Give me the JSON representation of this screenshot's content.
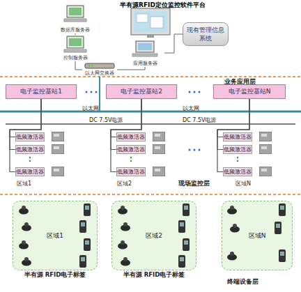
{
  "diagram": {
    "title": "半有源RFID定位监控软件平台",
    "nodes": [
      {
        "text": [
          "数据库服务器"
        ]
      },
      {
        "text": [
          "控制服务器"
        ]
      },
      {
        "text": [
          "应用服务器"
        ]
      },
      {
        "text": [
          "现有管理信息系统"
        ]
      },
      {
        "text": [
          "以太网交换器"
        ]
      },
      {
        "text": [
          "电子监控基站1"
        ]
      },
      {
        "text": [
          "电子监控基站2"
        ]
      },
      {
        "text": [
          "电子监控基站N"
        ]
      },
      {
        "text": [
          "低频激活器"
        ]
      },
      {
        "text": [
          "低频激活器"
        ]
      },
      {
        "text": [
          "低频激活器"
        ]
      },
      {
        "text": [
          "低频激活器"
        ]
      },
      {
        "text": [
          "低频激活器"
        ]
      },
      {
        "text": [
          "低频激活器"
        ]
      },
      {
        "text": [
          "低频激活器"
        ]
      },
      {
        "text": [
          "低频激活器"
        ]
      },
      {
        "text": [
          "低频激活器"
        ]
      },
      {
        "text": [
          "区域1",
          "半有源 RFID电子标签"
        ]
      },
      {
        "text": [
          "区域2",
          "半有源 RFID电子标签"
        ]
      },
      {
        "text": [
          "区域N"
        ]
      }
    ],
    "edges": [
      {
        "from": 0,
        "to": 1,
        "arrow": "none"
      },
      {
        "from": 1,
        "to": 4,
        "arrow": "none"
      },
      {
        "from": 2,
        "to": 4,
        "arrow": "none"
      },
      {
        "from": 3,
        "to": 2,
        "arrow": "none"
      },
      {
        "from": 4,
        "to": 5,
        "arrow": "none"
      },
      {
        "from": 4,
        "to": 6,
        "arrow": "none"
      },
      {
        "from": 4,
        "to": 7,
        "arrow": "none"
      },
      {
        "from": 5,
        "to": 8,
        "arrow": "none"
      },
      {
        "from": 5,
        "to": 9,
        "arrow": "none"
      },
      {
        "from": 5,
        "to": 10,
        "arrow": "none"
      },
      {
        "from": 6,
        "to": 11,
        "arrow": "none"
      },
      {
        "from": 6,
        "to": 12,
        "arrow": "none"
      },
      {
        "from": 6,
        "to": 13,
        "arrow": "none"
      },
      {
        "from": 7,
        "to": 14,
        "arrow": "none"
      },
      {
        "from": 7,
        "to": 15,
        "arrow": "none"
      },
      {
        "from": 7,
        "to": 16,
        "arrow": "none"
      }
    ],
    "labels": [
      "业务应用层",
      "以太网",
      "以太网",
      "DC 7.5V电源",
      "DC 7.5V电源",
      "区域1",
      "区域2",
      "区域N",
      "现场监控层",
      "终端设备层"
    ]
  }
}
